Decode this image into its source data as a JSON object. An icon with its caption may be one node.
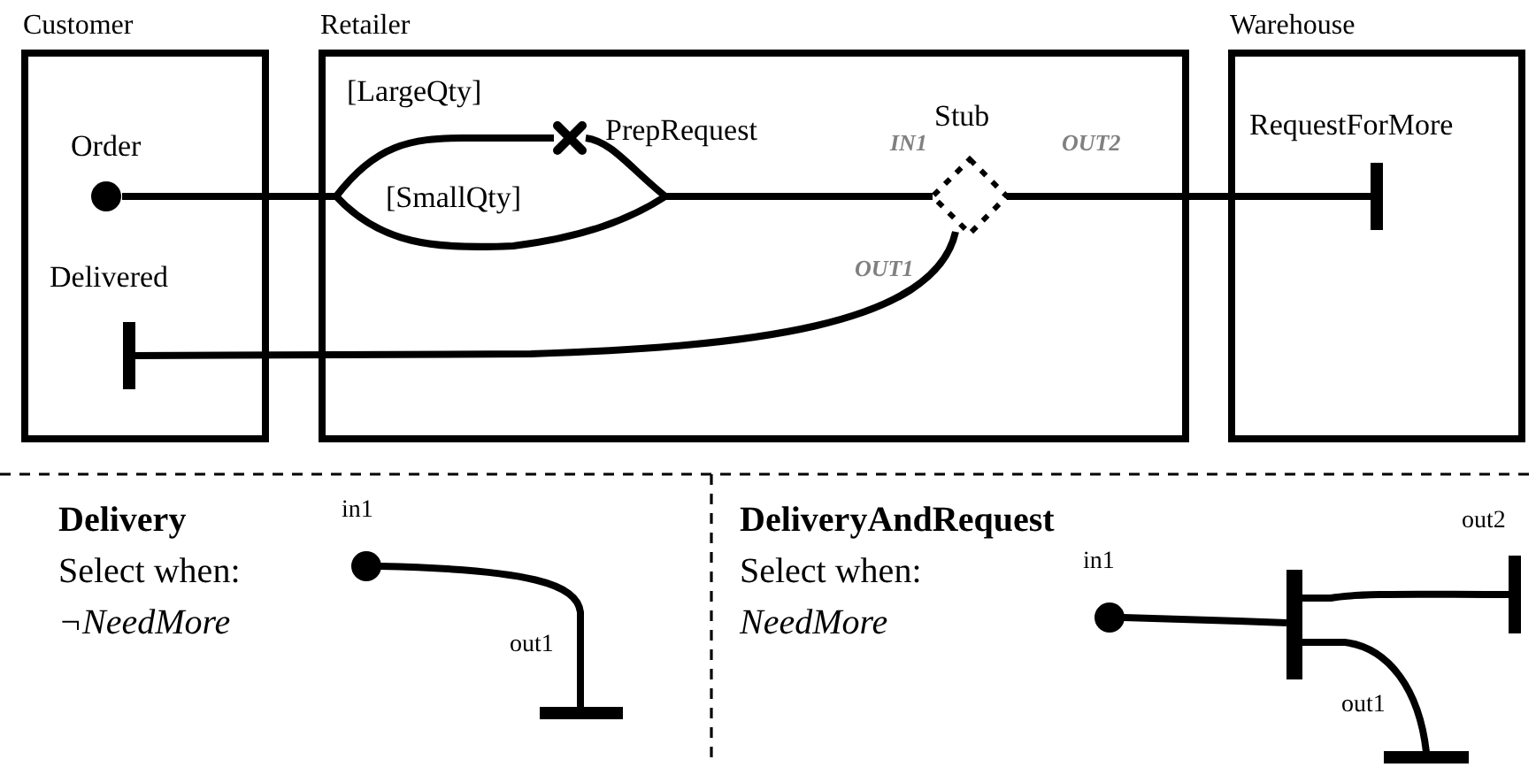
{
  "diagram": {
    "nodes": [
      {
        "text": [
          "Customer"
        ]
      },
      {
        "text": [
          "Order"
        ],
        "in": 0
      },
      {
        "text": [
          "Delivered"
        ],
        "in": 0
      },
      {
        "text": [
          "Retailer"
        ]
      },
      {
        "text": [
          "PrepRequest"
        ],
        "in": 3
      },
      {
        "text": [
          "Stub"
        ],
        "in": 3
      },
      {
        "text": [
          "Warehouse"
        ]
      },
      {
        "text": [
          "RequestForMore"
        ],
        "in": 6
      },
      {
        "text": [
          "in1"
        ]
      },
      {
        "text": [
          "out1"
        ]
      },
      {
        "text": [
          "in1"
        ]
      },
      {
        "text": [],
        "shape": "bar"
      },
      {
        "text": [
          "out2"
        ]
      },
      {
        "text": [
          "out1"
        ]
      }
    ],
    "edges": [
      {
        "from": 1,
        "to": 4,
        "arrow": "none",
        "label": "[LargeQty]"
      },
      {
        "from": 1,
        "to": 5,
        "arrow": "none",
        "label": "[SmallQty]"
      },
      {
        "from": 4,
        "to": 5,
        "arrow": "none"
      },
      {
        "from": 5,
        "to": 7,
        "arrow": "none",
        "label": "OUT2"
      },
      {
        "from": 5,
        "to": 2,
        "arrow": "none",
        "label": "OUT1"
      },
      {
        "from": 8,
        "to": 9,
        "arrow": "none"
      },
      {
        "from": 10,
        "to": 11,
        "arrow": "none"
      },
      {
        "from": 11,
        "to": 12,
        "arrow": "none"
      },
      {
        "from": 11,
        "to": 13,
        "arrow": "none"
      }
    ],
    "labels": [
      "IN1",
      "Delivery",
      "Select when:",
      "¬NeedMore",
      "DeliveryAndRequest",
      "Select when:",
      "NeedMore"
    ]
  }
}
